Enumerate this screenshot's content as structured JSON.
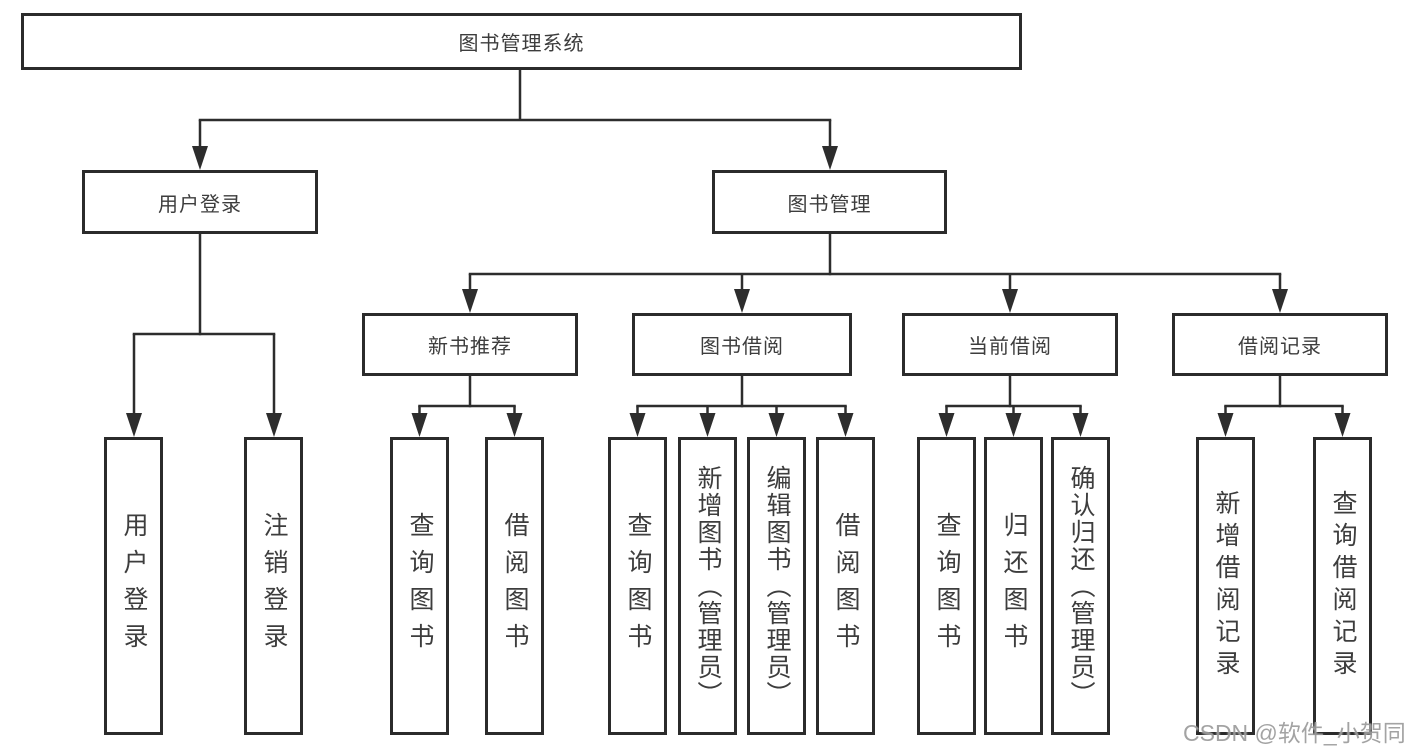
{
  "diagram": {
    "title": "图书管理系统",
    "branches": [
      {
        "label": "用户登录",
        "leaves": [
          "用户登录",
          "注销登录"
        ]
      },
      {
        "label": "图书管理",
        "sections": [
          {
            "label": "新书推荐",
            "leaves": [
              "查询图书",
              "借阅图书"
            ]
          },
          {
            "label": "图书借阅",
            "leaves": [
              "查询图书",
              "新增图书（管理员）",
              "编辑图书（管理员）",
              "借阅图书"
            ]
          },
          {
            "label": "当前借阅",
            "leaves": [
              "查询图书",
              "归还图书",
              "确认归还（管理员）"
            ]
          },
          {
            "label": "借阅记录",
            "leaves": [
              "新增借阅记录",
              "查询借阅记录"
            ]
          }
        ]
      }
    ]
  },
  "watermark": {
    "text": "CSDN @软件_小贺同学"
  },
  "colors": {
    "background": "#ffffff",
    "line": "#2d2d2d",
    "box_border": "#2b2b2b",
    "text": "#3d3d3d",
    "watermark": "#9c9c9c"
  }
}
